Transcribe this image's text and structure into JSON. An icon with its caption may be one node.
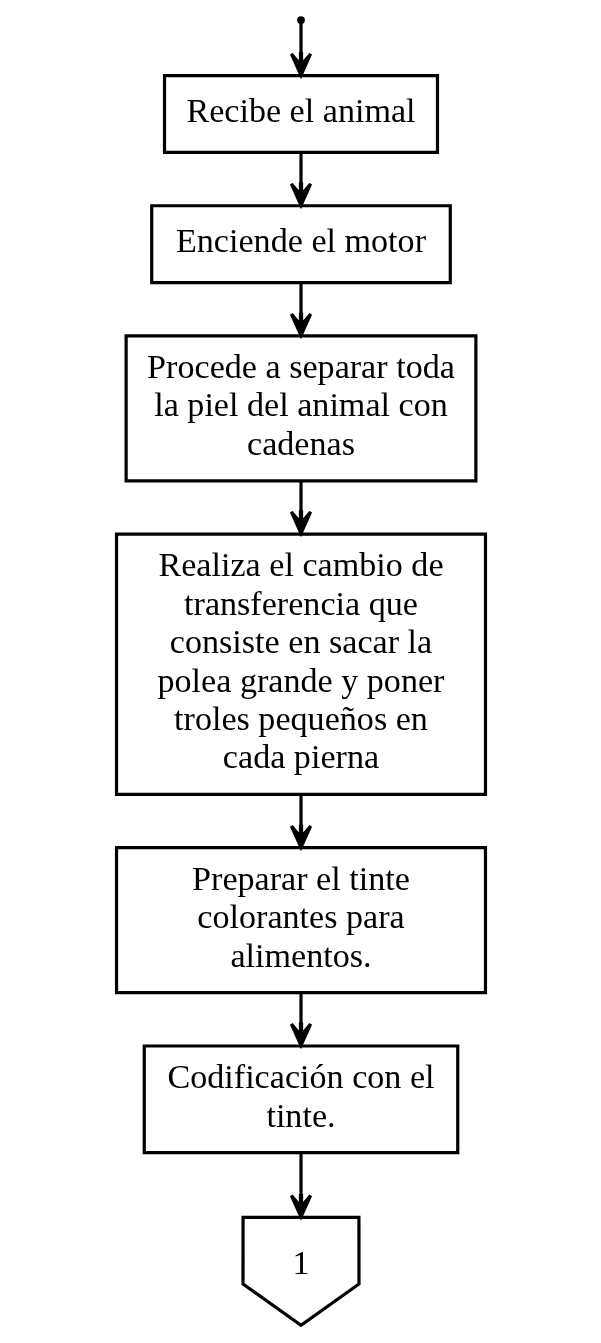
{
  "diagram": {
    "nodes": [
      {
        "text": [
          "Recibe el animal"
        ]
      },
      {
        "text": [
          "Enciende el motor"
        ]
      },
      {
        "text": [
          "Procede a separar toda la piel del animal con cadenas"
        ]
      },
      {
        "text": [
          "Realiza el cambio de transferencia que consiste en sacar la polea grande y poner troles pequeños en cada pierna"
        ]
      },
      {
        "text": [
          "Preparar el tinte colorantes para alimentos."
        ]
      },
      {
        "text": [
          "Codificación con el tinte."
        ]
      },
      {
        "text": [
          "1"
        ]
      }
    ],
    "edges": [
      {
        "from": null,
        "to": 0,
        "arrow": "to"
      },
      {
        "from": 0,
        "to": 1,
        "arrow": "to"
      },
      {
        "from": 1,
        "to": 2,
        "arrow": "to"
      },
      {
        "from": 2,
        "to": 3,
        "arrow": "to"
      },
      {
        "from": 3,
        "to": 4,
        "arrow": "to"
      },
      {
        "from": 4,
        "to": 5,
        "arrow": "to"
      },
      {
        "from": 5,
        "to": 6,
        "arrow": "to"
      }
    ]
  }
}
